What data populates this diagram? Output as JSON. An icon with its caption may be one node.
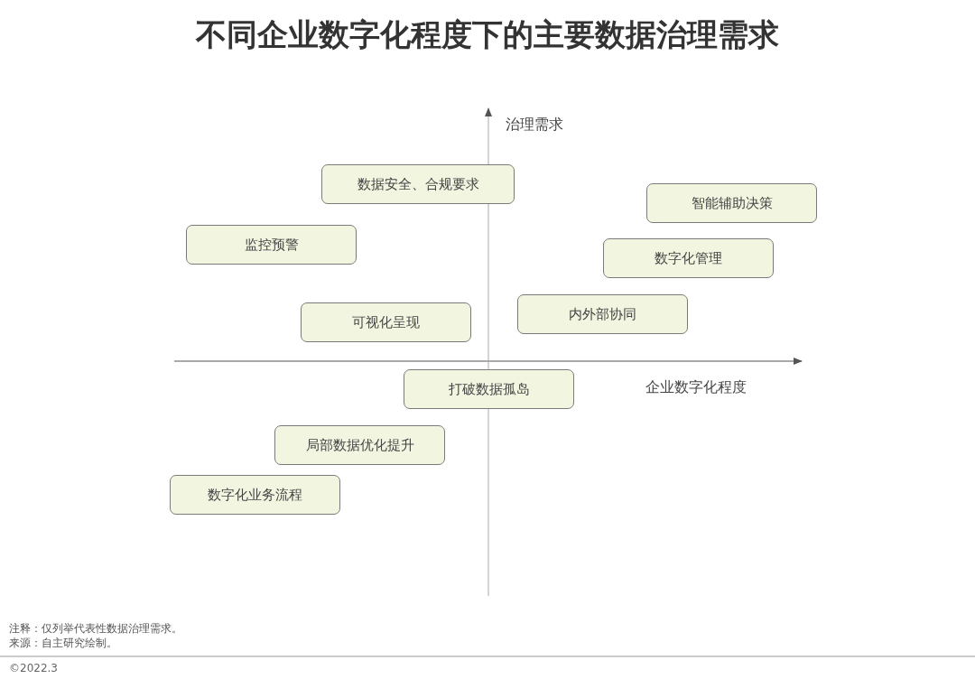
{
  "diagram": {
    "title": "不同企业数字化程度下的主要数据治理需求",
    "nodes": [
      {
        "text": [
          "数据安全、合规要求"
        ]
      },
      {
        "text": [
          "智能辅助决策"
        ]
      },
      {
        "text": [
          "监控预警"
        ]
      },
      {
        "text": [
          "数字化管理"
        ]
      },
      {
        "text": [
          "内外部协同"
        ]
      },
      {
        "text": [
          "可视化呈现"
        ]
      },
      {
        "text": [
          "打破数据孤岛"
        ]
      },
      {
        "text": [
          "局部数据优化提升"
        ]
      },
      {
        "text": [
          "数字化业务流程"
        ]
      }
    ],
    "labels": [
      "治理需求",
      "企业数字化程度",
      "注释：仅列举代表性数据治理需求。",
      "来源：自主研究绘制。",
      "©2022.3"
    ]
  }
}
